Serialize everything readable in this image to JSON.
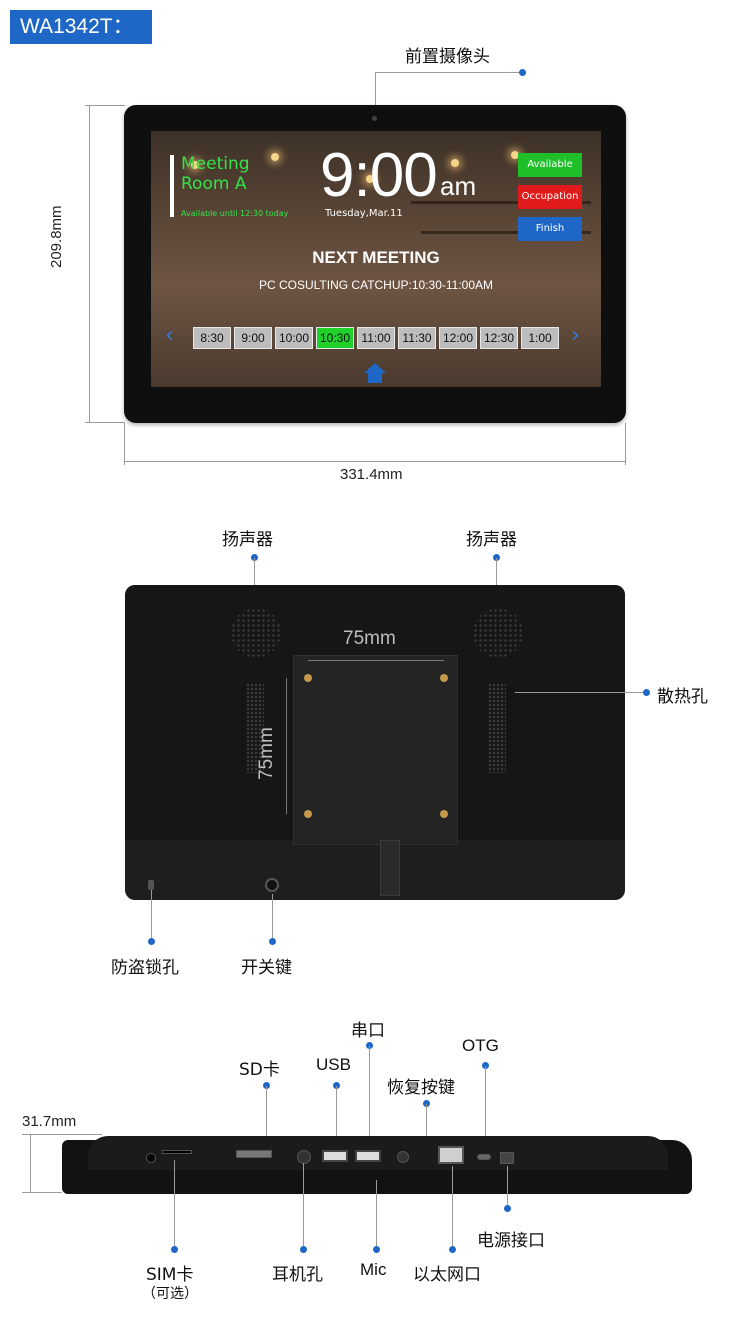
{
  "model": "WA1342T：",
  "front": {
    "camera_label": "前置摄像头",
    "height_dim": "209.8mm",
    "width_dim": "331.4mm",
    "screen": {
      "room_name": "Meeting Room A",
      "available_until": "Available until 12:30 today",
      "time": "9:00",
      "ampm": "am",
      "date": "Tuesday,Mar.11",
      "buttons": [
        {
          "label": "Available",
          "color": "#1fbf2a"
        },
        {
          "label": "Occupation",
          "color": "#e11b1b"
        },
        {
          "label": "Finish",
          "color": "#1f67c6"
        }
      ],
      "next_title": "NEXT MEETING",
      "next_detail": "PC COSULTING CATCHUP:10:30-11:00AM",
      "slots": [
        "8:30",
        "9:00",
        "10:00",
        "10:30",
        "11:00",
        "11:30",
        "12:00",
        "12:30",
        "1:00"
      ],
      "active_slot": "10:30",
      "prev_icon": "chevron-left-icon",
      "next_icon": "chevron-right-icon",
      "home_icon": "home-icon"
    }
  },
  "back": {
    "speaker_left": "扬声器",
    "speaker_right": "扬声器",
    "vesa_h": "75mm",
    "vesa_v": "75mm",
    "vents": "散热孔",
    "lock": "防盗锁孔",
    "power": "开关键"
  },
  "side": {
    "thickness": "31.7mm",
    "sd": "SD卡",
    "usb": "USB",
    "serial": "串口",
    "otg": "OTG",
    "reset": "恢复按键",
    "sim": "SIM卡",
    "sim_note": "（可选）",
    "earphone": "耳机孔",
    "mic": "Mic",
    "ethernet": "以太网口",
    "power_port": "电源接口"
  }
}
